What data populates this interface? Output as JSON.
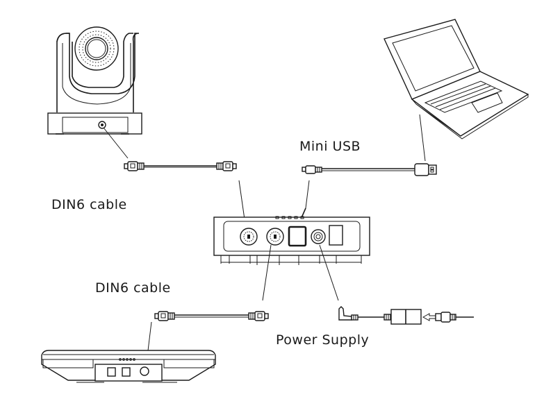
{
  "diagram": {
    "type": "connection-diagram",
    "labels": {
      "din6_cable_top": "DIN6 cable",
      "mini_usb": "Mini USB",
      "din6_cable_bottom": "DIN6 cable",
      "power_supply": "Power Supply"
    },
    "devices": [
      {
        "id": "ptz-camera",
        "name": "PTZ camera"
      },
      {
        "id": "laptop",
        "name": "Laptop"
      },
      {
        "id": "control-box",
        "name": "Control box"
      },
      {
        "id": "speakerphone",
        "name": "Speakerphone"
      }
    ],
    "connections": [
      {
        "from": "ptz-camera",
        "to": "control-box",
        "cable": "DIN6 cable"
      },
      {
        "from": "laptop",
        "to": "control-box",
        "cable": "Mini USB"
      },
      {
        "from": "speakerphone",
        "to": "control-box",
        "cable": "DIN6 cable"
      },
      {
        "from": "power-adapter",
        "to": "control-box",
        "cable": "Power Supply"
      }
    ]
  }
}
